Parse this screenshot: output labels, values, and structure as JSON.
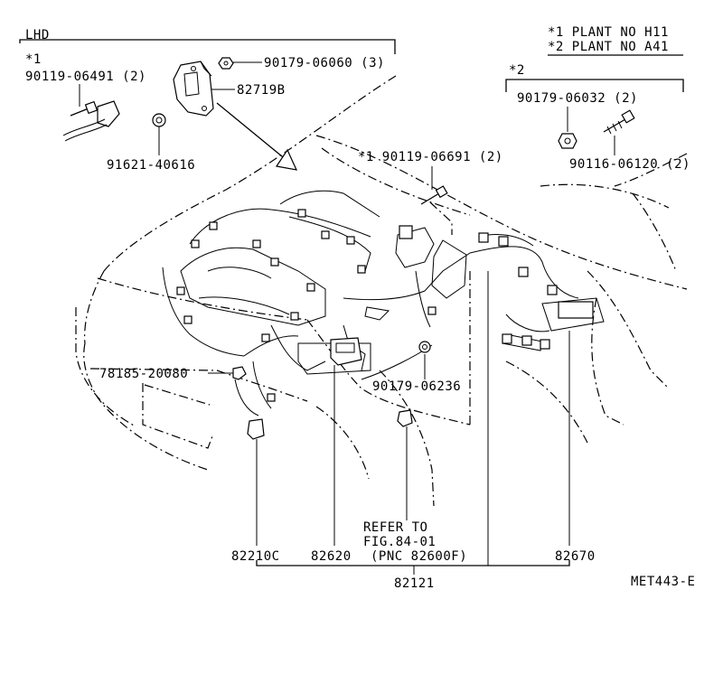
{
  "legend": {
    "note1": "*1 PLANT NO H11",
    "note2": "*2 PLANT NO A41"
  },
  "lhd_box": {
    "title": "LHD",
    "mark": "*1",
    "part_screw": "90119-06491 (2)",
    "part_nut": "90179-06060 (3)",
    "part_bracket": "82719B",
    "part_clamp": "91621-40616"
  },
  "plant2_box": {
    "mark": "*2",
    "part_nut": "90179-06032 (2)",
    "part_bolt": "90116-06120 (2)"
  },
  "callouts": {
    "screw_h11": "*1 90119-06691 (2)",
    "clip": "78185-20080",
    "nut": "90179-06236",
    "refer_line1": "REFER TO",
    "refer_line2": "FIG.84-01",
    "refer_line3": "(PNC 82600F)",
    "p82210c": "82210C",
    "p82620": "82620",
    "p82670": "82670",
    "p82121": "82121"
  },
  "figure_code": "MET443-E"
}
